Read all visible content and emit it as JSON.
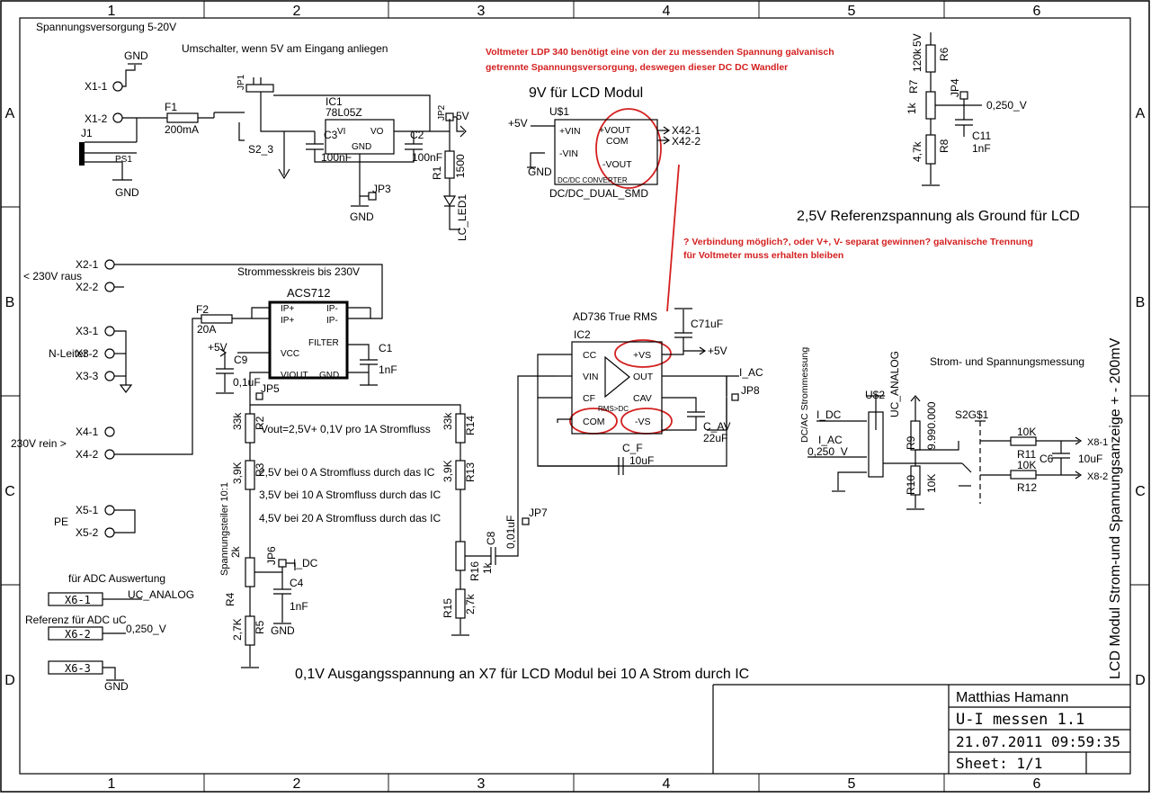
{
  "frame": {
    "columns": [
      "1",
      "2",
      "3",
      "4",
      "5",
      "6"
    ],
    "rows": [
      "A",
      "B",
      "C",
      "D"
    ]
  },
  "title_block": {
    "author": "Matthias Hamann",
    "project": "U-I messen 1.1",
    "datetime": "21.07.2011 09:59:35",
    "sheet": "Sheet: 1/1"
  },
  "headings": {
    "supply": "Spannungsversorgung 5-20V",
    "switch": "Umschalter, wenn 5V am Eingang anliegen",
    "voltmeter_note_1": "Voltmeter LDP 340 benötigt eine von der zu messenden Spannung galvanisch",
    "voltmeter_note_2": "getrennte Spannungsversorgung, deswegen dieser DC DC Wandler",
    "lcd_supply": "9V für LCD Modul",
    "ref": "2,5V Referenzspannung als Ground für LCD",
    "question_1": "? Verbindung möglich?, oder V+, V- separat gewinnen? galvanische Trennung",
    "question_2": "für Voltmeter muss erhalten bleiben",
    "current_circuit": "Strommesskreis bis 230V",
    "true_rms": "AD736 True RMS",
    "measurement": "Strom- und Spannungsmessung",
    "dcac": "DC/AC Strommessung",
    "vout": "Vout=2,5V+ 0,1V pro 1A Stromfluss",
    "v0": "2,5V bei 0 A Stromfluss durch das IC",
    "v10": "3,5V bei 10 A Stromfluss durch das IC",
    "v20": "4,5V bei 20 A Stromfluss durch das IC",
    "divider": "Spannungsteiler 10:1",
    "x7_note": "0,1V Ausgangsspannung an X7 für LCD Modul bei 10 A Strom durch IC",
    "lcd_side": "LCD Modul Strom-und Spannungsanzeige + - 200mV",
    "adc": "für ADC Auswertung",
    "adc_ref": "Referenz für ADC uC",
    "l230_out": "< 230V raus",
    "n_leiter": "N-Leiter",
    "l230_in": "230V rein >",
    "pe": "PE"
  },
  "connectors": {
    "x1_1": "X1-1",
    "x1_2": "X1-2",
    "x2_1": "X2-1",
    "x2_2": "X2-2",
    "x3_1": "X3-1",
    "x3_2": "X3-2",
    "x3_3": "X3-3",
    "x4_1": "X4-1",
    "x4_2": "X4-2",
    "x5_1": "X5-1",
    "x5_2": "X5-2",
    "x6_1": "X6-1",
    "x6_2": "X6-2",
    "x6_3": "X6-3",
    "x42_1": "X42-1",
    "x42_2": "X42-2",
    "x8_1": "X8-1",
    "x8_2": "X8-2"
  },
  "parts": {
    "j1": "J1",
    "ps1": "PS1",
    "f1": "F1",
    "f1_v": "200mA",
    "jp1": "JP1",
    "s2_3": "S2_3",
    "ic1": "IC1",
    "ic1_type": "78L05Z",
    "ic1_vi": "VI",
    "ic1_vo": "VO",
    "ic1_gnd": "GND",
    "c3": "C3",
    "c3_v": "100nF",
    "c2": "C2",
    "c2_v": "100nF",
    "jp2": "JP2",
    "jp3": "JP3",
    "r1": "R1",
    "r1_v": "1500",
    "led": "LC_LED1",
    "us1": "U$1",
    "us1_type": "DC/DC_DUAL_SMD",
    "us1_vin_p": "+VIN",
    "us1_vin_m": "-VIN",
    "us1_vout_p": "+VOUT",
    "us1_com": "COM",
    "us1_vout_m": "-VOUT",
    "us1_conv": "DC/DC CONVERTER",
    "r6": "R6",
    "r6_v": "120k",
    "r7": "R7",
    "r7_v": "1k",
    "r8": "R8",
    "r8_v": "4,7k",
    "jp4": "JP4",
    "c11": "C11",
    "c11_v": "1nF",
    "ref_net": "0,250_V",
    "f2": "F2",
    "f2_v": "20A",
    "acs": "ACS712",
    "acs_ip_p1": "IP+",
    "acs_ip_p2": "IP+",
    "acs_ip_m1": "IP-",
    "acs_ip_m2": "IP-",
    "acs_vcc": "VCC",
    "acs_filter": "FILTER",
    "acs_viout": "VIOUT",
    "acs_gnd": "GND",
    "c9": "C9",
    "c9_v": "0,1uF",
    "c1": "C1",
    "c1_v": "1nF",
    "jp5": "JP5",
    "r2": "R2",
    "r2_v": "33k",
    "r3": "R3",
    "r3_v": "3,9K",
    "r4": "R4",
    "r4_v": "2k",
    "r5": "R5",
    "r5_v": "2,7K",
    "jp6": "JP6",
    "c4": "C4",
    "c4_v": "1nF",
    "r14": "R14",
    "r14_v": "33k",
    "r13": "R13",
    "r13_v": "3,9K",
    "r16": "R16",
    "r16_v": "1k",
    "r15": "R15",
    "r15_v": "2,7k",
    "c8": "C8",
    "c8_v": "0,01uF",
    "jp7": "JP7",
    "ic2": "IC2",
    "ic2_cc": "CC",
    "ic2_vin": "VIN",
    "ic2_cf": "CF",
    "ic2_com": "COM",
    "ic2_vs_p": "+VS",
    "ic2_out": "OUT",
    "ic2_cav": "CAV",
    "ic2_vs_m": "-VS",
    "ic2_rms": "RMS>DC",
    "c7": "C7",
    "c7_v": "1uF",
    "c_av": "C_AV",
    "c_av_v": "22uF",
    "c_f": "C_F",
    "c_f_v": "10uF",
    "jp8": "JP8",
    "us2": "U$2",
    "r9": "R9",
    "r9_v": "9.990.000",
    "r10": "R10",
    "r10_v": "10K",
    "s2g": "S2G$1",
    "r11": "R11",
    "r11_v": "10K",
    "r12": "R12",
    "r12_v": "10K",
    "c6": "C6",
    "c6_v": "10uF"
  },
  "nets": {
    "gnd": "GND",
    "p5v": "+5V",
    "v5": "5V",
    "i_dc": "I_DC",
    "i_ac": "I_AC",
    "uc_analog": "UC_ANALOG",
    "ref": "0,250_V"
  }
}
